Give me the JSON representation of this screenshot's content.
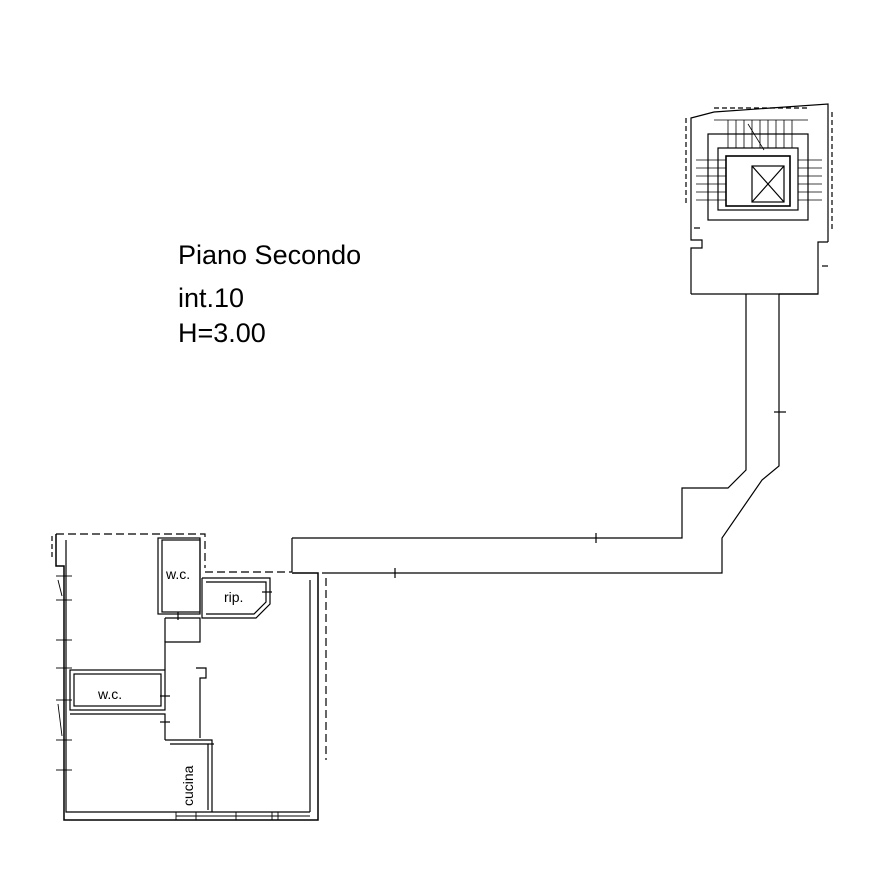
{
  "plan": {
    "floor_title": "Piano Secondo",
    "unit_number": "int.10",
    "ceiling_height": "H=3.00"
  },
  "rooms": {
    "wc_upper": "w.c.",
    "storage": "rip.",
    "wc_lower": "w.c.",
    "kitchen": "cucina"
  }
}
